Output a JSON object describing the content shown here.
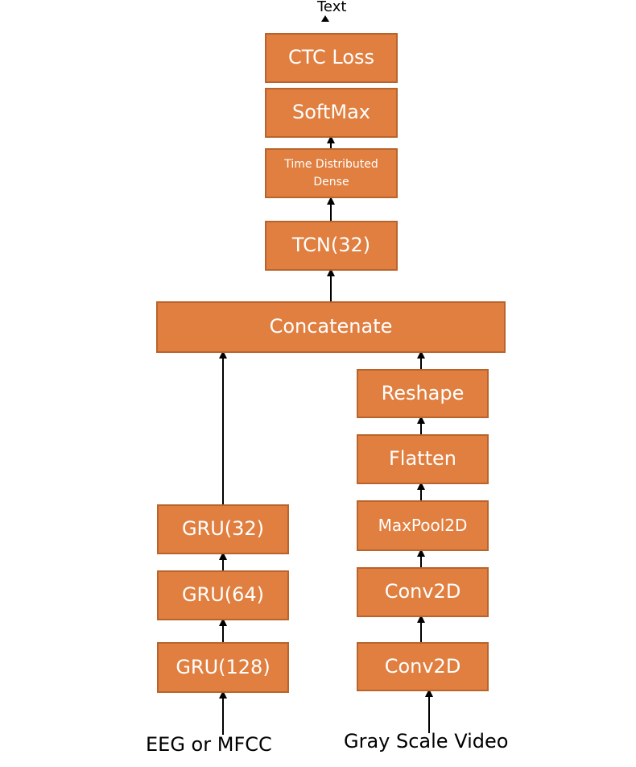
{
  "output_label": "Text",
  "boxes": {
    "ctc_loss": "CTC Loss",
    "softmax": "SoftMax",
    "time_distributed_dense": "Time Distributed Dense",
    "tcn": "TCN(32)",
    "concatenate": "Concatenate",
    "gru32": "GRU(32)",
    "gru64": "GRU(64)",
    "gru128": "GRU(128)",
    "reshape": "Reshape",
    "flatten": "Flatten",
    "maxpool2d": "MaxPool2D",
    "conv2d_top": "Conv2D",
    "conv2d_bottom": "Conv2D"
  },
  "inputs": {
    "left": "EEG or MFCC",
    "right": "Gray Scale Video"
  },
  "colors": {
    "box_fill": "#e07f3f",
    "box_border": "#b8642c",
    "text_on_box": "#ffffff",
    "arrow": "#000000"
  }
}
